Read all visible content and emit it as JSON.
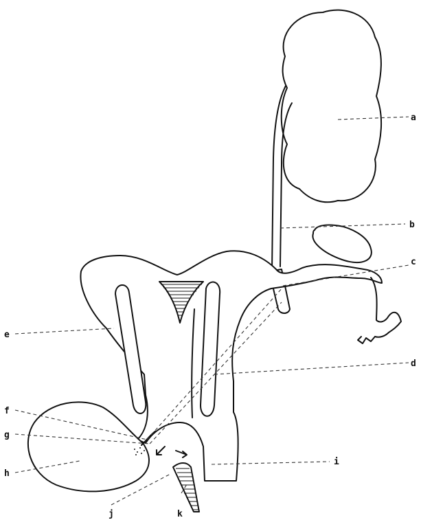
{
  "labels": {
    "a": "a",
    "b": "b",
    "c": "c",
    "d": "d",
    "e": "e",
    "f": "f",
    "g": "g",
    "h": "h",
    "i": "i",
    "j": "j",
    "k": "k"
  }
}
